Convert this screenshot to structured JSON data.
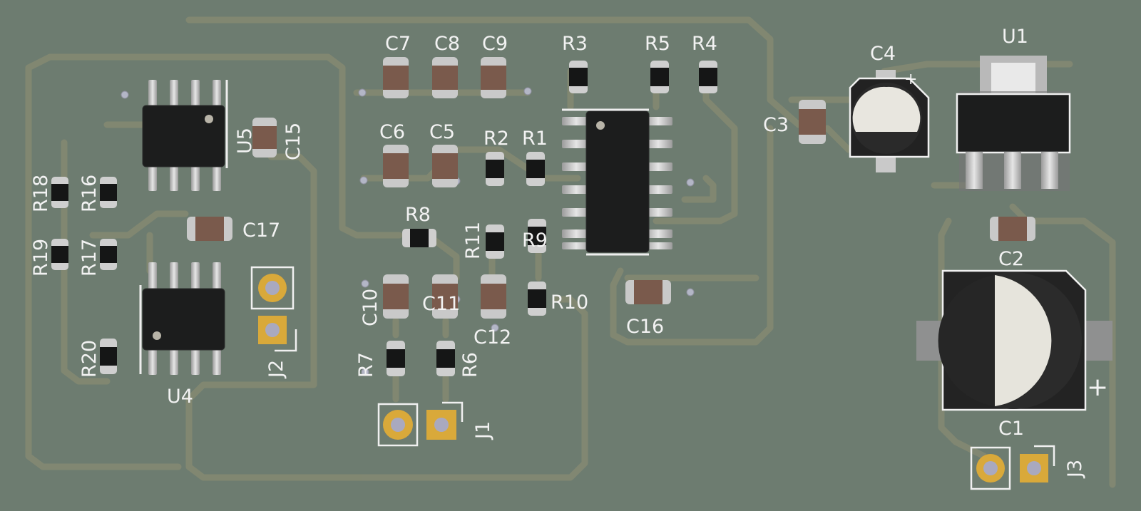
{
  "board": {
    "colors": {
      "substrate": "#6d7c70",
      "trace": "#8a8d76",
      "silkscreen": "#f2f2f2",
      "component_body": "#1b1c1c",
      "capacitor_body": "#7a5a4c",
      "pad_gold": "#d9a93a",
      "pin_silver": "#c9c9c9",
      "via": "#b2b5c4"
    },
    "labels": {
      "C1": "C1",
      "C2": "C2",
      "C3": "C3",
      "C4": "C4",
      "C5": "C5",
      "C6": "C6",
      "C7": "C7",
      "C8": "C8",
      "C9": "C9",
      "C10": "C10",
      "C11": "C11",
      "C12": "C12",
      "C15": "C15",
      "C16": "C16",
      "C17": "C17",
      "R1": "R1",
      "R2": "R2",
      "R3": "R3",
      "R4": "R4",
      "R5": "R5",
      "R6": "R6",
      "R7": "R7",
      "R8": "R8",
      "R9": "R9",
      "R10": "R10",
      "R11": "R11",
      "R16": "R16",
      "R17": "R17",
      "R18": "R18",
      "R19": "R19",
      "R20": "R20",
      "U1": "U1",
      "U4": "U4",
      "U5": "U5",
      "J1": "J1",
      "J2": "J2",
      "J3": "J3",
      "plus_c4": "+",
      "plus_c1": "+"
    }
  }
}
